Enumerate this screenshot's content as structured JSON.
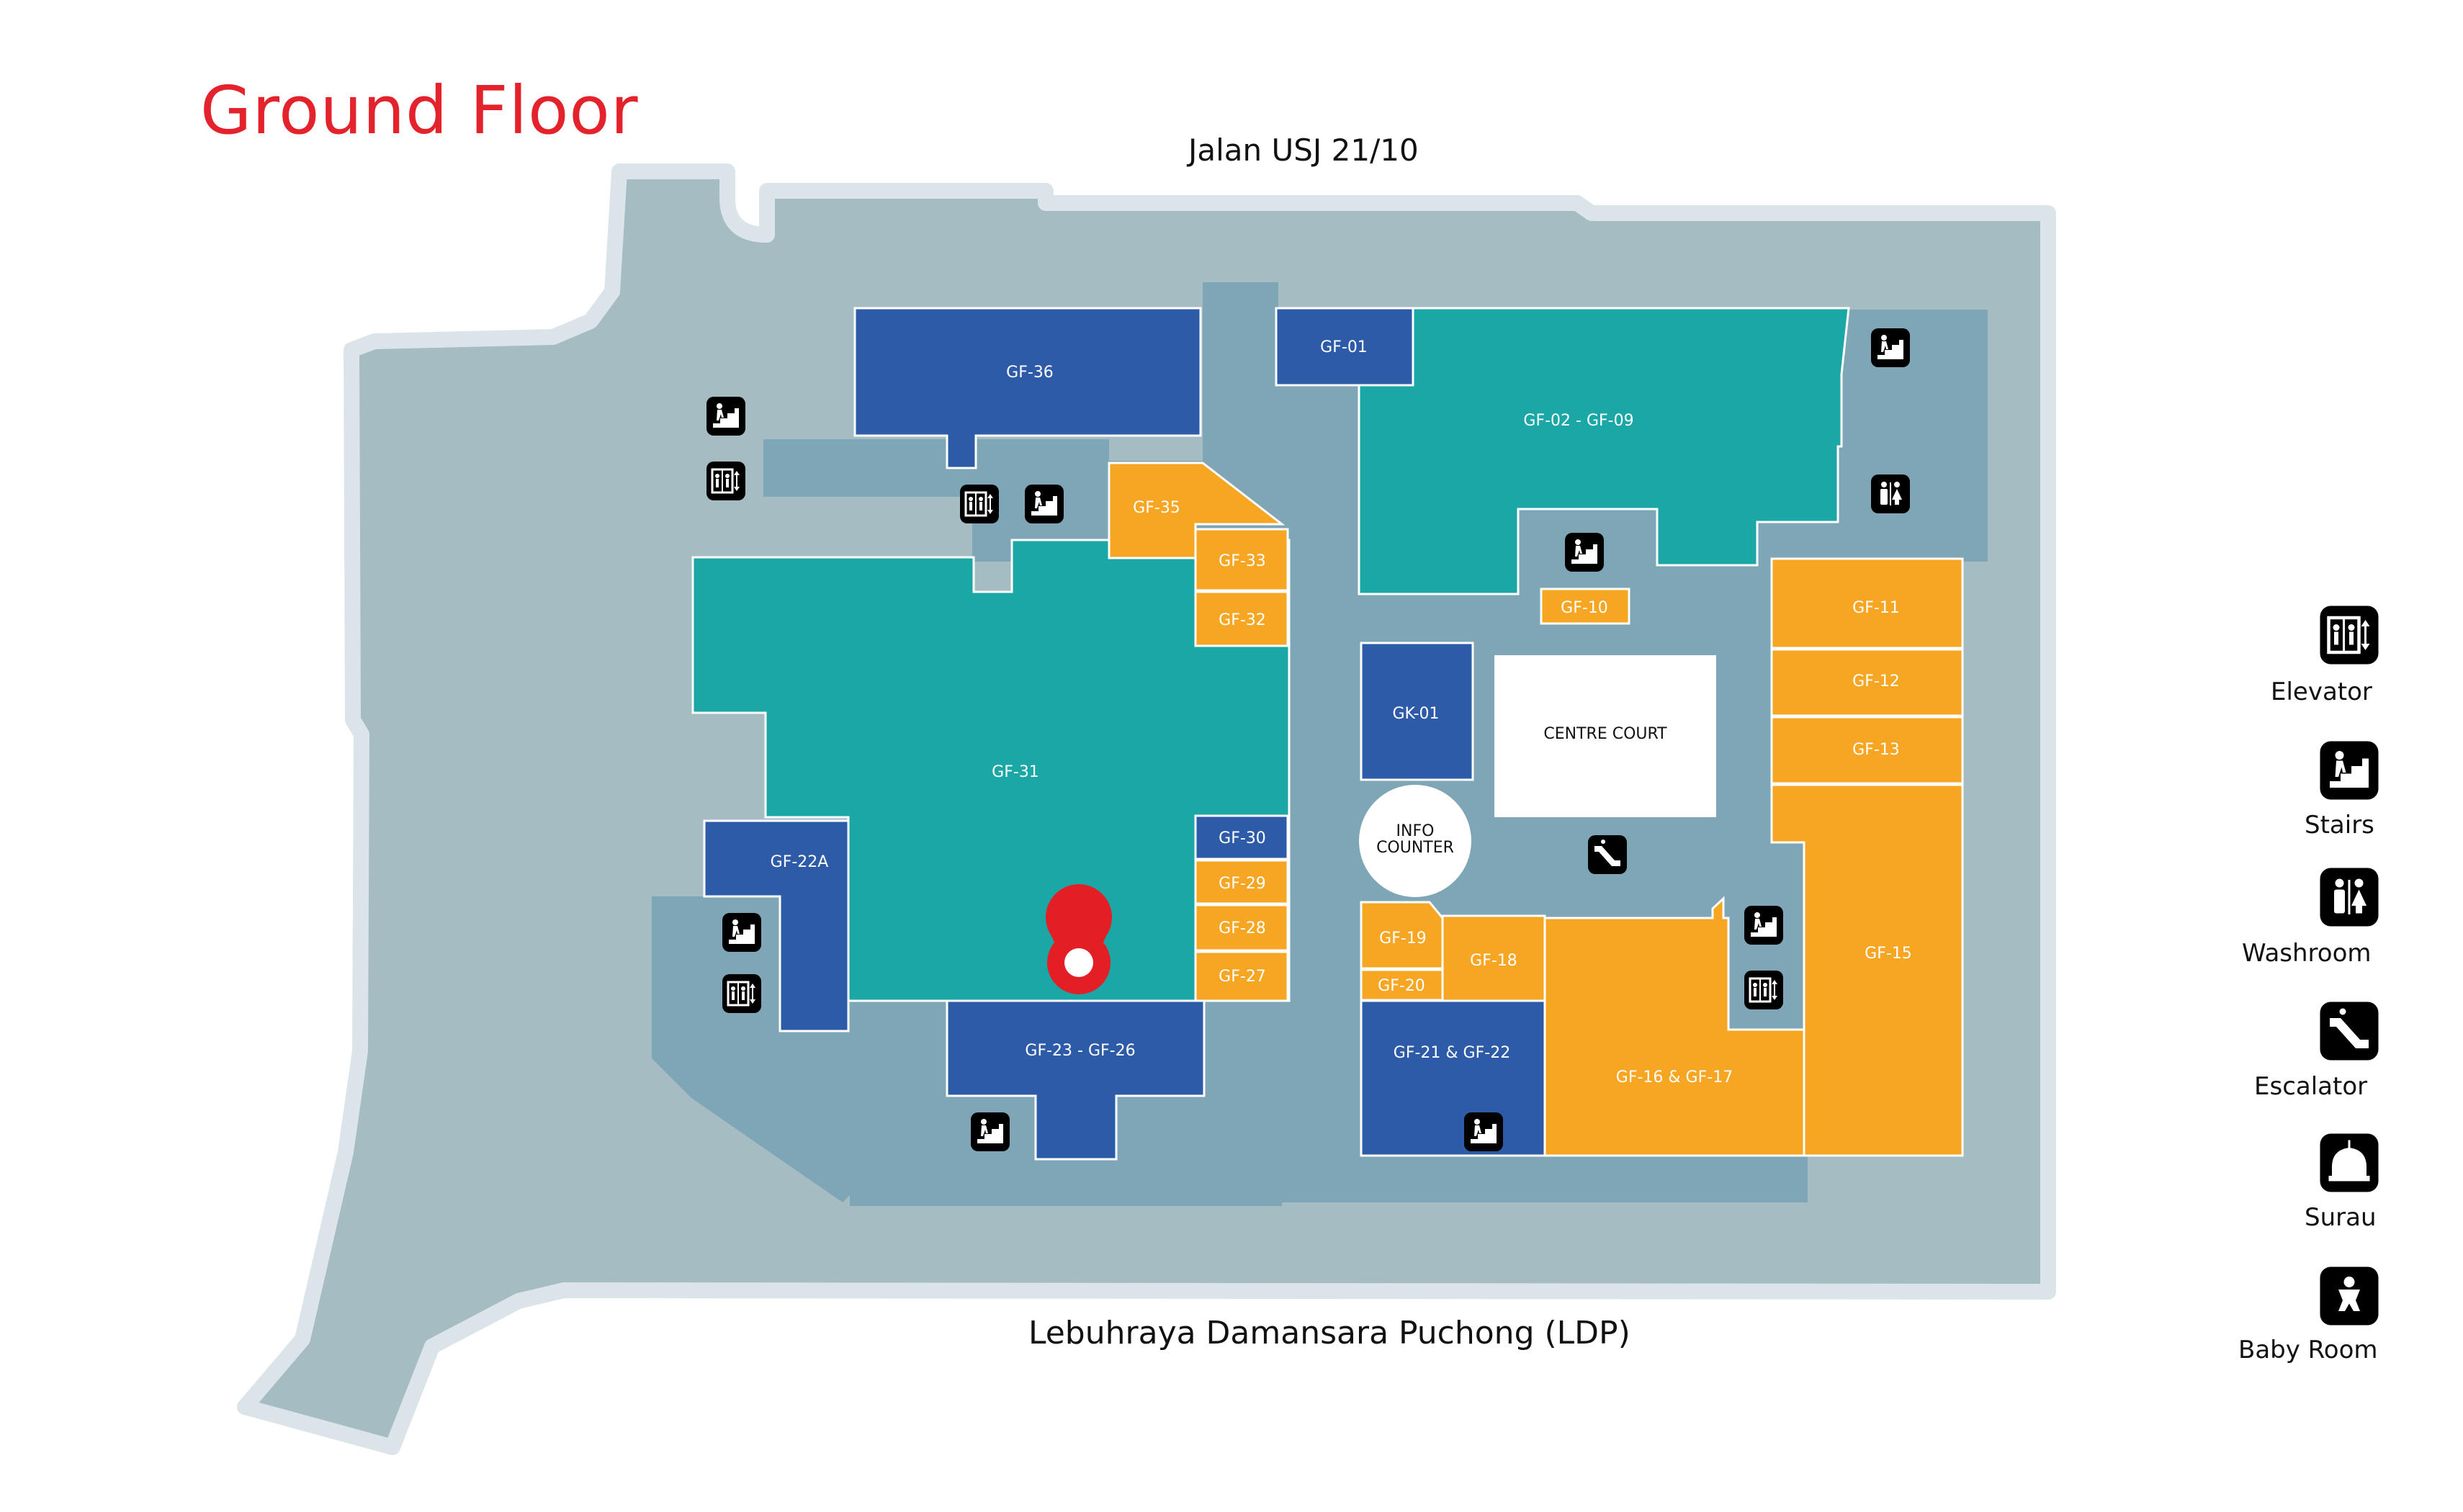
{
  "title": "Ground Floor",
  "roads": {
    "north": "Jalan USJ 21/10",
    "south": "Lebuhraya Damansara Puchong (LDP)"
  },
  "colors": {
    "title": "#e3222b",
    "footprint": "#a5bcc3",
    "corridor": "#7fa6b6",
    "anchor_teal": "#1ba7a6",
    "unit_blue": "#2d5ba8",
    "unit_orange": "#f6a623",
    "marker": "#e31e24"
  },
  "units": {
    "gf36": "GF-36",
    "gf01": "GF-01",
    "gf02_09": "GF-02 - GF-09",
    "gf35": "GF-35",
    "gf33": "GF-33",
    "gf32": "GF-32",
    "gf31": "GF-31",
    "gf30": "GF-30",
    "gf29": "GF-29",
    "gf28": "GF-28",
    "gf27": "GF-27",
    "gf22a": "GF-22A",
    "gf23_26": "GF-23 - GF-26",
    "gk01": "GK-01",
    "gf10": "GF-10",
    "gf11": "GF-11",
    "gf12": "GF-12",
    "gf13": "GF-13",
    "gf15": "GF-15",
    "gf16_17": "GF-16 & GF-17",
    "gf18": "GF-18",
    "gf19": "GF-19",
    "gf20": "GF-20",
    "gf21_22": "GF-21 & GF-22"
  },
  "centre_court": "CENTRE COURT",
  "info_counter": {
    "line1": "INFO",
    "line2": "COUNTER"
  },
  "legend": {
    "elevator": {
      "label": "Elevator",
      "icon": "elevator-icon"
    },
    "stairs": {
      "label": "Stairs",
      "icon": "stairs-icon"
    },
    "washroom": {
      "label": "Washroom",
      "icon": "washroom-icon"
    },
    "escalator": {
      "label": "Escalator",
      "icon": "escalator-icon"
    },
    "surau": {
      "label": "Surau",
      "icon": "surau-icon"
    },
    "baby_room": {
      "label": "Baby Room",
      "icon": "baby-room-icon"
    }
  }
}
